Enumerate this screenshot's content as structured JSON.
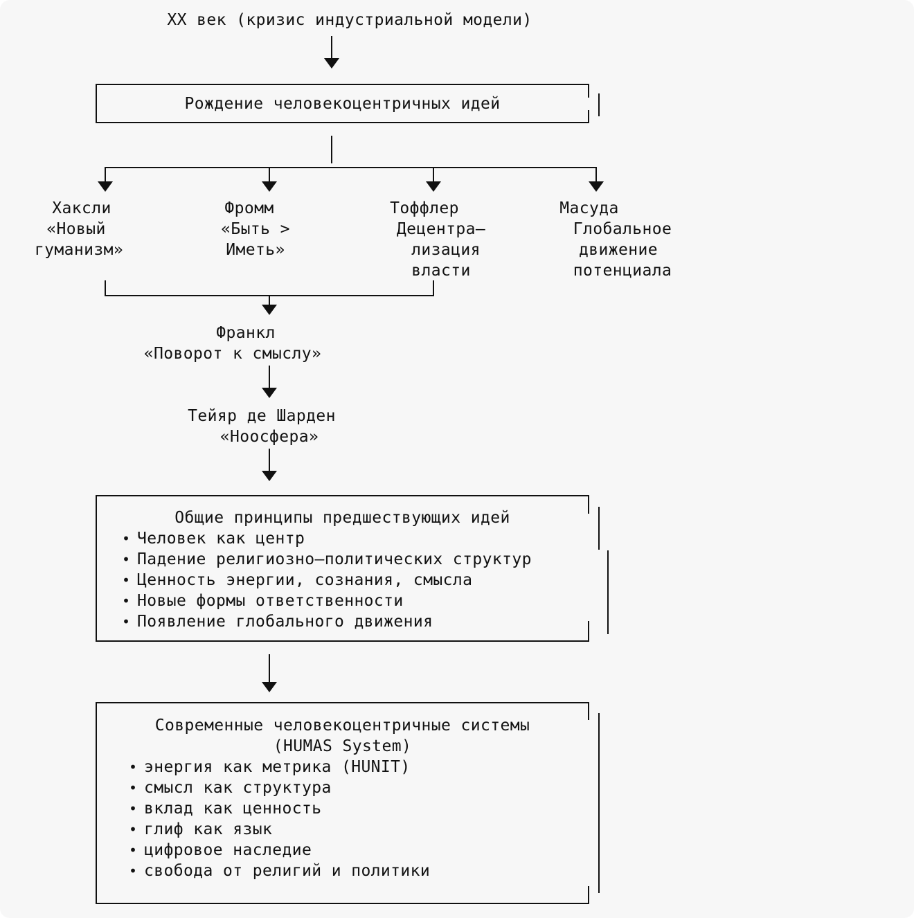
{
  "diagram": {
    "root_label": "XX век (кризис индустриальной модели)",
    "stage_birth": "Рождение человекоцентричных идей",
    "branches": [
      {
        "name": "Хаксли",
        "lines": [
          "«Новый",
          "гуманизм»"
        ]
      },
      {
        "name": "Фромм",
        "lines": [
          "«Быть >",
          "Иметь»"
        ]
      },
      {
        "name": "Тоффлер",
        "lines": [
          "Децентра–",
          "лизация",
          "власти"
        ]
      },
      {
        "name": "Масуда",
        "lines": [
          "Глобальное",
          "движение",
          "потенциала"
        ]
      }
    ],
    "chain": [
      {
        "name": "Франкл",
        "subtitle": "«Поворот к смыслу»"
      },
      {
        "name": "Тейяр де Шарден",
        "subtitle": "«Ноосфера»"
      }
    ],
    "principles_box": {
      "title": "Общие принципы предшествующих идей",
      "bullet": "•",
      "items": [
        "Человек как центр",
        "Падение религиозно–политических структур",
        "Ценность энергии, сознания, смысла",
        "Новые формы ответственности",
        "Появление глобального движения"
      ]
    },
    "modern_box": {
      "title_line1": "Современные человекоцентричные системы",
      "title_line2": "(HUMAS System)",
      "bullet": "•",
      "items": [
        "энергия как метрика (HUNIT)",
        "смысл как структура",
        "вклад как ценность",
        "глиф как язык",
        "цифровое наследие",
        "свобода от религий и политики"
      ]
    },
    "colors": {
      "background": "#f7f7f7",
      "ink": "#111111",
      "page": "#ffffff"
    }
  }
}
